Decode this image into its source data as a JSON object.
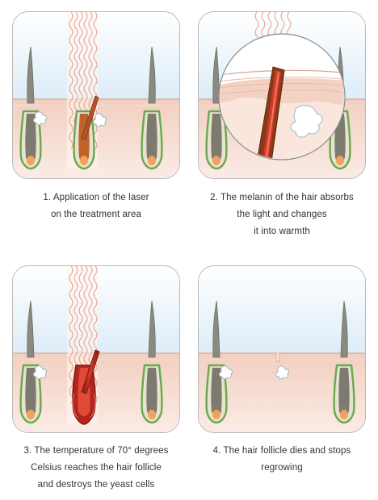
{
  "steps": [
    {
      "lines": [
        "1. Application of the laser",
        "on the treatment area"
      ]
    },
    {
      "lines": [
        "2. The melanin of the hair absorbs",
        "the light and changes",
        "it into warmth"
      ]
    },
    {
      "lines": [
        "3. The temperature of 70° degrees",
        "Celsius reaches the hair follicle",
        "and destroys the yeast cells"
      ]
    },
    {
      "lines": [
        "4. The hair follicle dies and stops",
        "regrowing"
      ]
    }
  ],
  "colors": {
    "skin": "#f6ddd2",
    "skin_top": "#f0c9b9",
    "sky": "#e8f3fb",
    "hair": "#7a5a3a",
    "hair_heated": "#b3261e",
    "follicle_green": "#6aa84f",
    "laser": "#f2b5a3",
    "panel_border": "#b9b9b9"
  }
}
